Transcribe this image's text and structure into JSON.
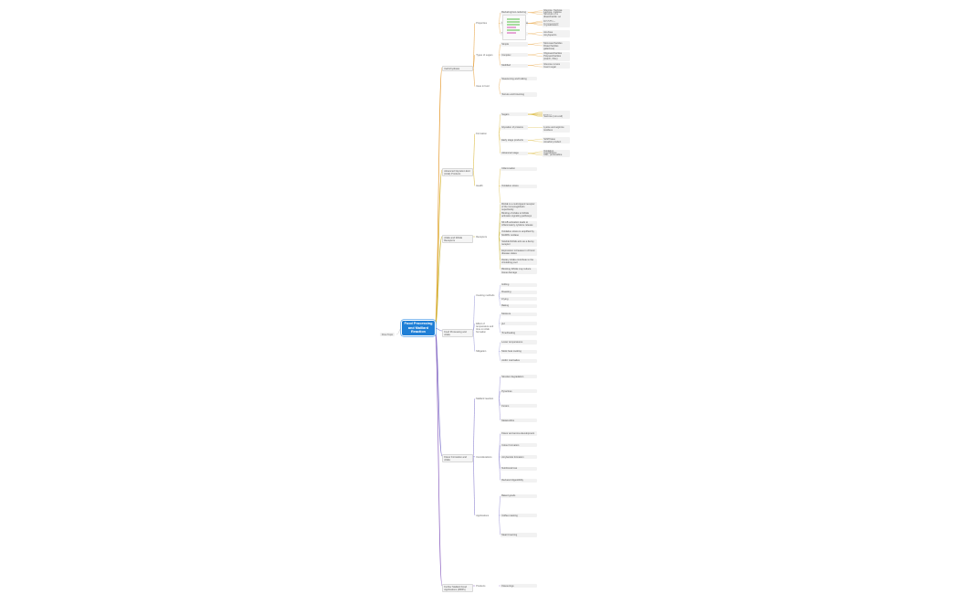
{
  "root": "Food Processing and Maillard Reaction",
  "float_topic": "Flow Topic",
  "colors": {
    "root": "#1f7fd6",
    "branches": [
      "#e59a2f",
      "#d7b22a",
      "#c9b53a",
      "#9a9ad8",
      "#7a6fc9",
      "#8a5fbf",
      "#6e58b6"
    ]
  },
  "branches": [
    {
      "label": "Carbohydrates",
      "children": [
        {
          "label": "Properties",
          "children": [
            {
              "label": "Reducing/non-reducing",
              "children": [
                "Glucose, fructose, galactose",
                "Lactose, maltose (reducing) sucrose (non-red)",
                "Structure of a disaccharide: a-l glycosidic linkage"
              ]
            },
            {
              "label": "Glucose/fructose/sucrose",
              "children": [
                "Solubility",
                "Sweetness",
                "Hygroscopicity",
                "Crystallization"
              ]
            },
            {
              "label": "Starch",
              "children": [
                "Amylose",
                "Amylopectin"
              ]
            }
          ]
        },
        {
          "label": "Types of sugars",
          "children": [
            {
              "label": "Simple",
              "children": [
                "Monosaccharides (glucose, fructose, galactose)",
                "Disaccharides"
              ]
            },
            {
              "label": "Complex",
              "children": [
                "Oligosaccharides",
                "Polysaccharides (starch, fibre)"
              ]
            },
            {
              "label": "Modified",
              "children": [
                "Glucose syrups",
                "Invert sugar"
              ]
            }
          ]
        },
        {
          "label": "Uses in food",
          "children": [
            "Sweetening and bulking",
            "Texture and browning"
          ]
        }
      ]
    },
    {
      "label": "Advanced Glycation End (AGE) Products",
      "children": [
        {
          "label": "Formation",
          "children": [
            {
              "label": "Sugars",
              "children": [
                "Glucose",
                "Fructose",
                "Ribose",
                "Galactose",
                "Lactose",
                "Maltose",
                "Sucrose (non-red)"
              ]
            },
            {
              "label": "Glycation of proteins",
              "children": [
                "Lysine and arginine residues"
              ]
            },
            {
              "label": "Early stage products",
              "children": [
                "Schiff base",
                "Amadori product"
              ]
            },
            {
              "label": "Advanced stage",
              "children": [
                "Oxidation, fragmentation",
                "Crosslinking",
                "CML, pentosidine"
              ]
            }
          ]
        },
        {
          "label": "Health",
          "children": [
            "Inflammation",
            "Oxidative stress",
            "Diabetes complications"
          ]
        }
      ]
    },
    {
      "label": "AGEs and RAGE Receptors",
      "children": [
        {
          "label": "Receptors",
          "children": [
            "RAGE is a multi-ligand receptor of the immunoglobulin superfamily",
            "Binding of AGEs to RAGE activates signaling pathways",
            "NF-kB activation leads to inflammatory cytokine release",
            "Oxidative stress is amplified by NADPH oxidase",
            "Soluble RAGE acts as a decoy receptor",
            "Expression increases in chronic disease states",
            "Dietary AGEs contribute to the circulating pool",
            "Blocking RAGE may reduce tissue damage"
          ]
        }
      ]
    },
    {
      "label": "Food Processing and AGEs",
      "children": [
        {
          "label": "Cooking methods",
          "children": [
            "Grilling",
            "Roasting",
            "Frying",
            "Baking"
          ]
        },
        {
          "label": "Effect of temperature and time on AGE formation",
          "children": [
            "Moisture",
            "pH",
            "Time/heating"
          ]
        },
        {
          "label": "Mitigation",
          "children": [
            "Lower temperatures",
            "Moist heat cooking",
            "Acidic marinades"
          ]
        }
      ]
    },
    {
      "label": "Flavor Formation and AGEs",
      "children": [
        {
          "label": "Maillard reaction",
          "children": [
            "Strecker degradation",
            "Pyrazines",
            "Furans",
            "Melanoidins"
          ]
        },
        {
          "label": "Considerations",
          "children": [
            "Flavor and aroma development",
            "Colour formation",
            "Acrylamide formation",
            "Nutritional loss",
            "Reduced digestibility"
          ]
        },
        {
          "label": "Applications",
          "children": [
            "Baked goods",
            "Coffee roasting",
            "Meat browning"
          ]
        }
      ]
    },
    {
      "label": "Further Maillard Food Applications (MRPs)",
      "children": [
        {
          "label": "Products",
          "children": [
            "Flavourings"
          ]
        }
      ]
    }
  ]
}
